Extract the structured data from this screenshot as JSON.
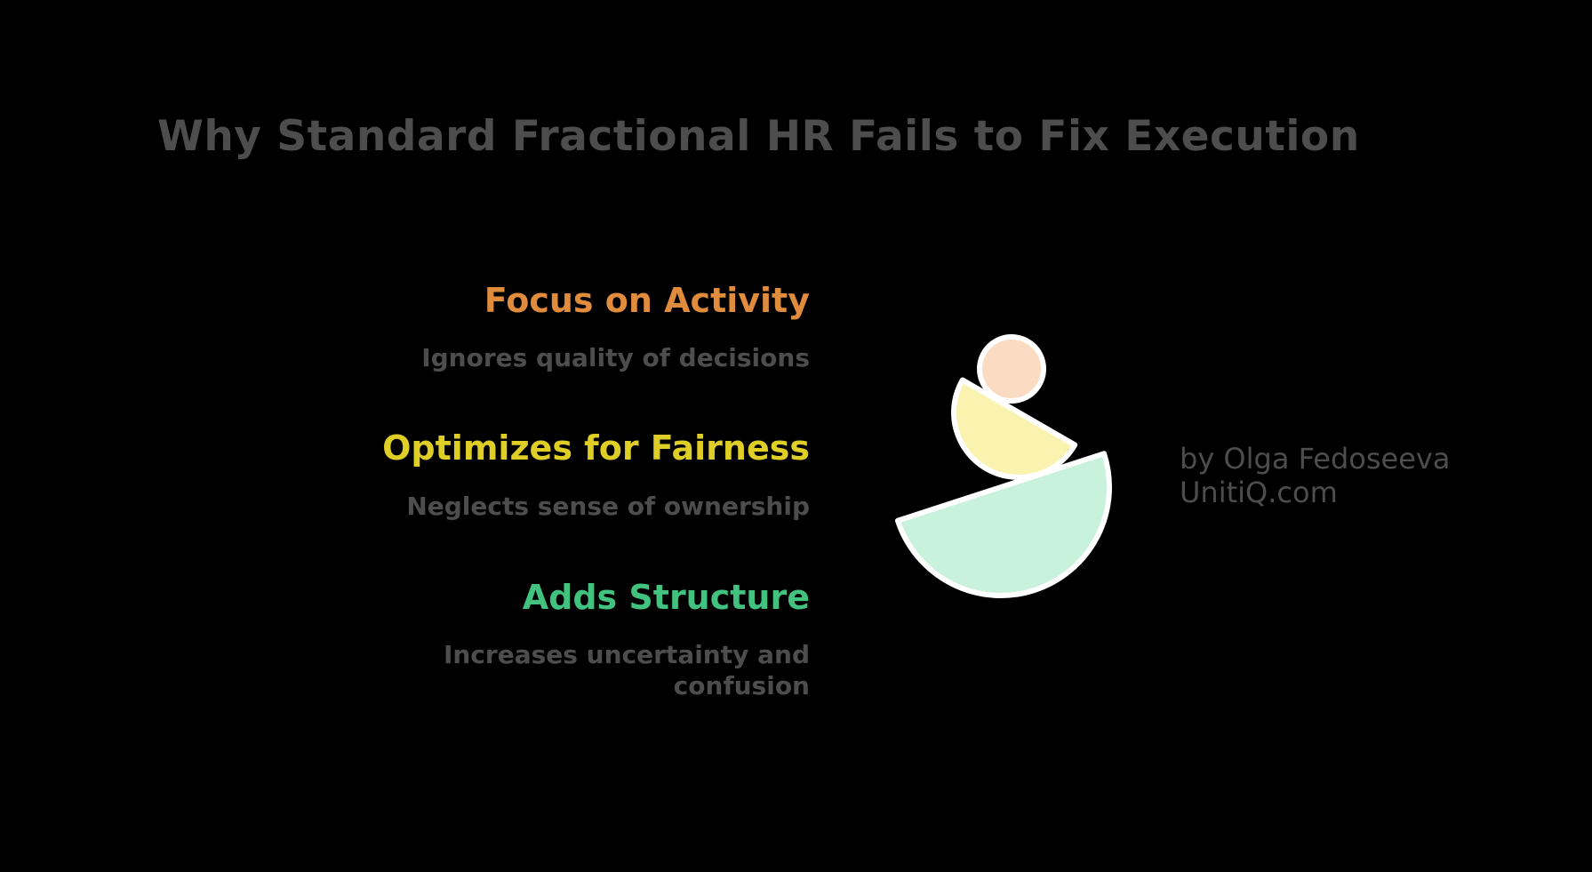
{
  "title": "Why Standard Fractional HR Fails to Fix Execution",
  "sections": [
    {
      "heading": "Focus on Activity",
      "subtitle": "Ignores quality of decisions",
      "heading_color": "#E08C3C"
    },
    {
      "heading": "Optimizes for Fairness",
      "subtitle": "Neglects sense of ownership",
      "heading_color": "#DECE25"
    },
    {
      "heading": "Adds Structure",
      "subtitle": "Increases uncertainty and confusion",
      "heading_color": "#41C27E"
    }
  ],
  "byline": {
    "line1": "by Olga Fedoseeva",
    "line2": "UnitiQ.com"
  },
  "graphic": {
    "name": "balance-stack",
    "circle_color": "#FBDCC3",
    "small_semicircle_color": "#FAF3AF",
    "large_semicircle_color": "#C8F2DC",
    "outline_color": "#FFFFFF"
  },
  "colors": {
    "background": "#000000",
    "title_text": "#4D4D4D",
    "subtitle_text": "#4D4D4D",
    "byline_text": "#4D4D4D"
  }
}
